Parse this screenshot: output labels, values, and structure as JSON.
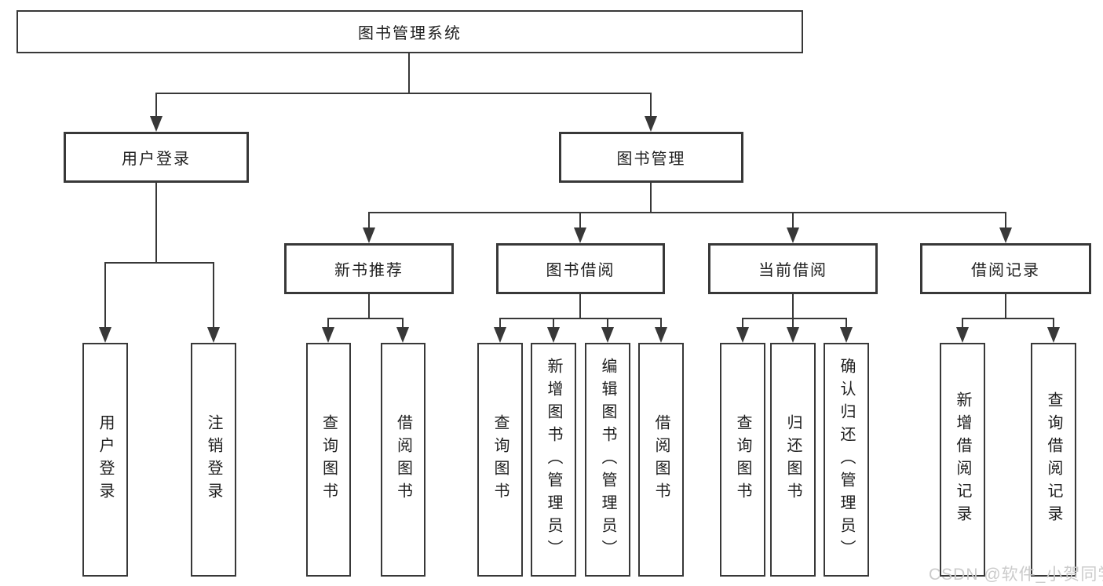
{
  "diagram": {
    "type": "hierarchy-tree",
    "root": {
      "label": "图书管理系统"
    },
    "level2": {
      "user_login": {
        "label": "用户登录"
      },
      "book_management": {
        "label": "图书管理"
      }
    },
    "level3": {
      "new_book_recommend": {
        "label": "新书推荐"
      },
      "book_borrow": {
        "label": "图书借阅"
      },
      "current_borrow": {
        "label": "当前借阅"
      },
      "borrow_record": {
        "label": "借阅记录"
      }
    },
    "leaves": {
      "user_login": {
        "label": "用户登录",
        "parent": "用户登录"
      },
      "logout": {
        "label": "注销登录",
        "parent": "用户登录"
      },
      "recommend_query_book": {
        "label": "查询图书",
        "parent": "新书推荐"
      },
      "recommend_borrow_book": {
        "label": "借阅图书",
        "parent": "新书推荐"
      },
      "borrow_query_book": {
        "label": "查询图书",
        "parent": "图书借阅"
      },
      "borrow_add_book": {
        "label": "新增图书（管理员）",
        "parent": "图书借阅"
      },
      "borrow_edit_book": {
        "label": "编辑图书（管理员）",
        "parent": "图书借阅"
      },
      "borrow_borrow_book": {
        "label": "借阅图书",
        "parent": "图书借阅"
      },
      "current_query_book": {
        "label": "查询图书",
        "parent": "当前借阅"
      },
      "current_return_book": {
        "label": "归还图书",
        "parent": "当前借阅"
      },
      "current_confirm_return": {
        "label": "确认归还（管理员）",
        "parent": "当前借阅"
      },
      "record_add": {
        "label": "新增借阅记录",
        "parent": "借阅记录"
      },
      "record_query": {
        "label": "查询借阅记录",
        "parent": "借阅记录"
      }
    }
  },
  "watermark": {
    "text": "CSDN @软件_小贺同学"
  },
  "colors": {
    "line": "#383838",
    "text": "#1e1e1e",
    "background": "#ffffff",
    "watermark": "#cbcbcb"
  }
}
